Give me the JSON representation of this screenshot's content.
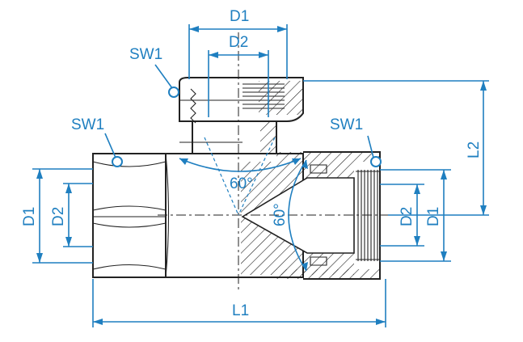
{
  "labels": {
    "d1_top": "D1",
    "d2_top": "D2",
    "sw1_top": "SW1",
    "sw1_left": "SW1",
    "sw1_right": "SW1",
    "d1_left": "D1",
    "d2_left": "D2",
    "d2_right": "D2",
    "d1_right": "D1",
    "l2": "L2",
    "l1": "L1",
    "angle_a": "60°",
    "angle_b": "60°"
  },
  "colors": {
    "dimension": "#1f7fc0",
    "outline": "#222222"
  }
}
